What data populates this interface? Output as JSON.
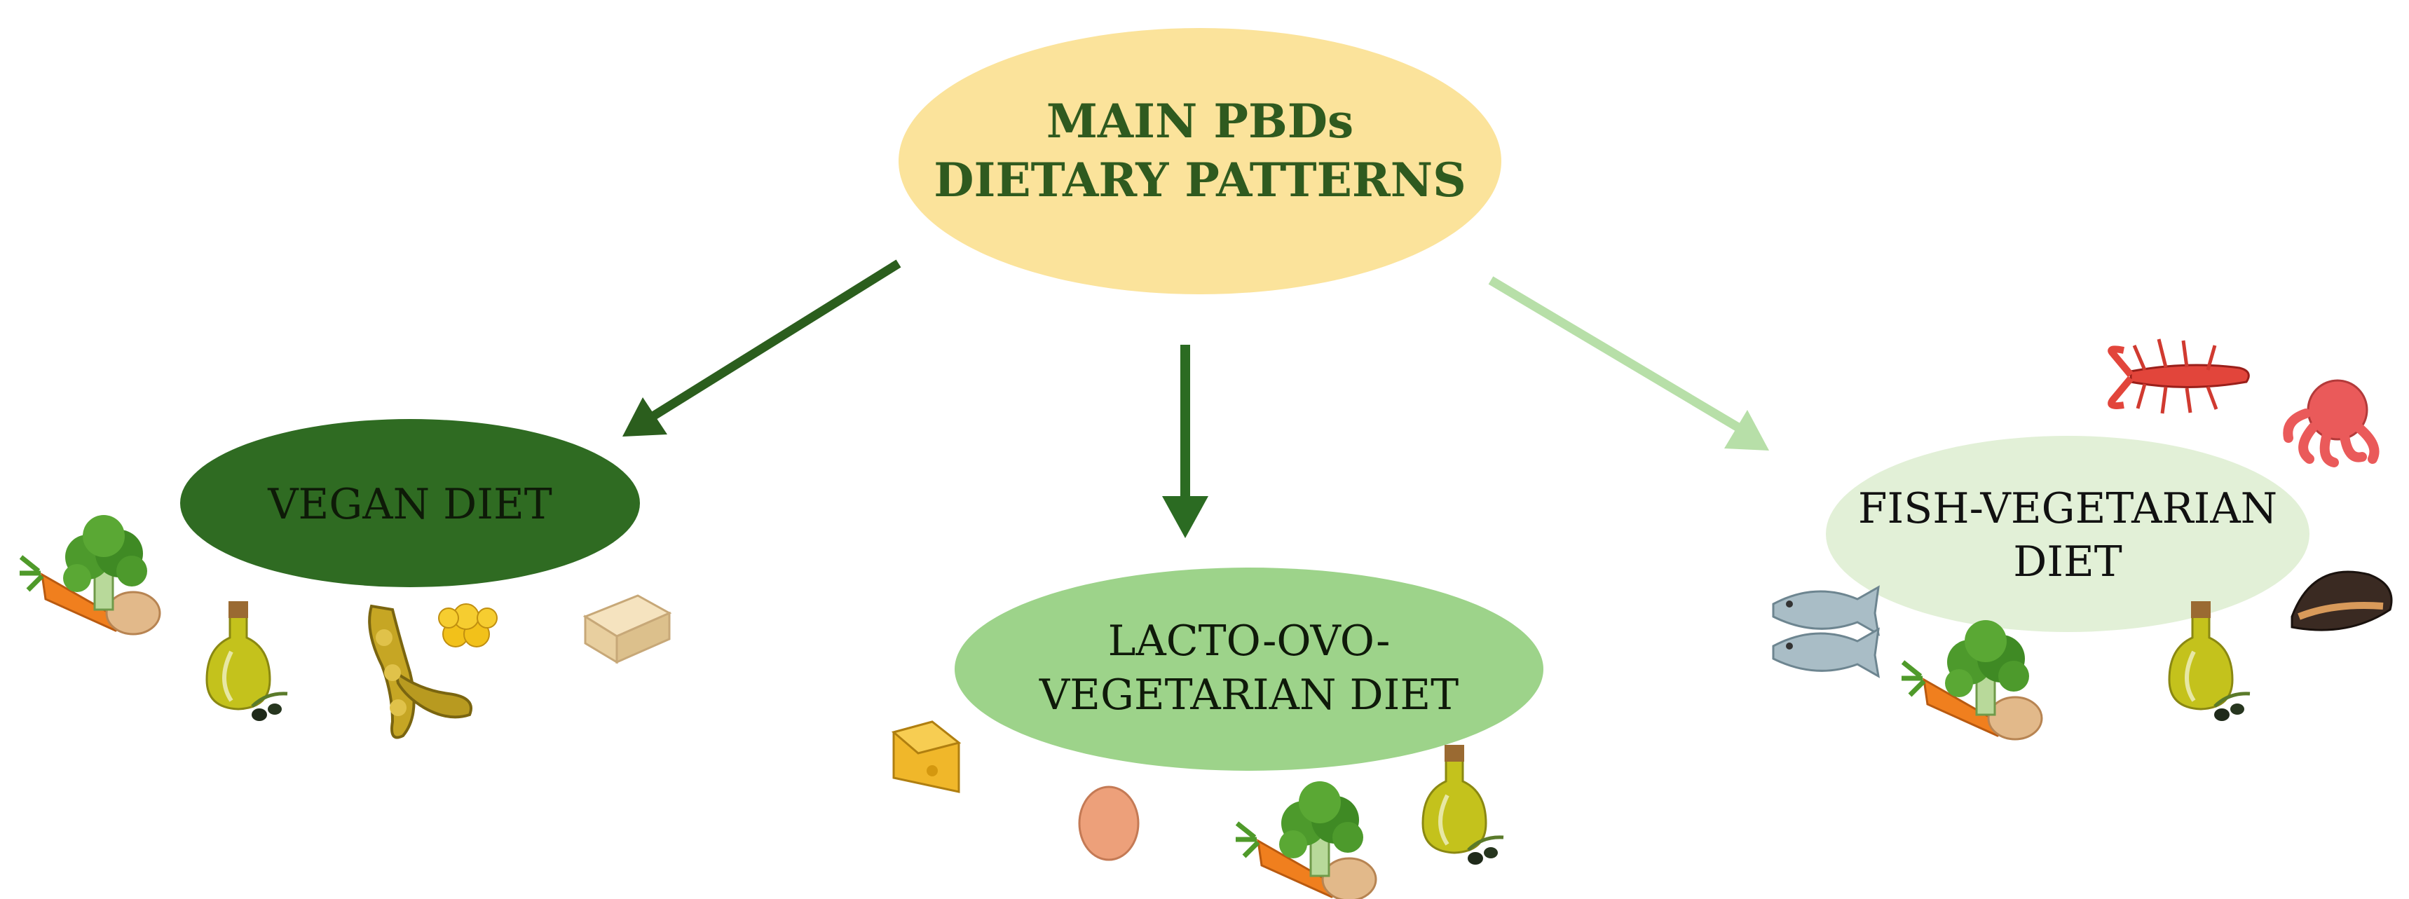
{
  "root": {
    "line1": "MAIN PBDs",
    "line2": "DIETARY PATTERNS",
    "fill": "#fbe39b",
    "text_color": "#2f5a1f"
  },
  "vegan": {
    "label": "VEGAN DIET",
    "fill": "#2f6b22",
    "text_color": "#0e1a08",
    "arrow_color": "#2b5e1d"
  },
  "lacto": {
    "line1": "LACTO-OVO-",
    "line2": "VEGETARIAN DIET",
    "fill": "#9dd38a",
    "text_color": "#0f1a0a",
    "arrow_color": "#2b6b22"
  },
  "fish": {
    "line1": "FISH-VEGETARIAN",
    "line2": "DIET",
    "fill": "#e2f0d7",
    "text_color": "#111111",
    "arrow_color": "#b7dfa8"
  },
  "icons": {
    "vegan": [
      "vegetables-icon",
      "olive-oil-icon",
      "soybean-icon",
      "chickpeas-icon",
      "tofu-icon"
    ],
    "lacto": [
      "cheese-icon",
      "egg-icon",
      "vegetables-icon",
      "olive-oil-icon"
    ],
    "fish": [
      "lobster-icon",
      "octopus-icon",
      "fish-icon",
      "mussel-icon",
      "vegetables-icon",
      "olive-oil-icon"
    ]
  }
}
